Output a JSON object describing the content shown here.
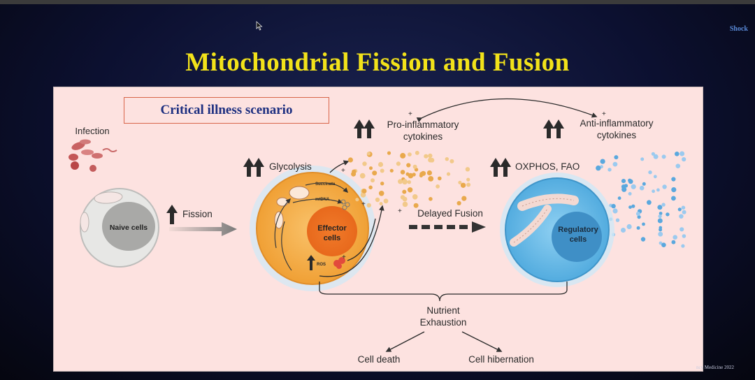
{
  "slide": {
    "title": "Mitochondrial Fission and Fusion",
    "corner_label": "Shock",
    "footer_credit": "ncy Medicine 2022"
  },
  "diagram": {
    "scenario": "Critical illness scenario",
    "labels": {
      "infection": "Infection",
      "naive_cells": "Naive cells",
      "fission": "Fission",
      "glycolysis": "Glycolysis",
      "succinate": "Succinate",
      "mtdna": "mtDNA",
      "ros": "ROS",
      "effector_cells_line1": "Effector",
      "effector_cells_line2": "cells",
      "pro_inflammatory_line1": "Pro-inflammatory",
      "pro_inflammatory_line2": "cytokines",
      "anti_inflammatory_line1": "Anti-inflammatory",
      "anti_inflammatory_line2": "cytokines",
      "delayed_fusion": "Delayed Fusion",
      "oxphos_fao": "OXPHOS, FAO",
      "regulatory_cells_line1": "Regulatory",
      "regulatory_cells_line2": "cells",
      "nutrient_line1": "Nutrient",
      "nutrient_line2": "Exhaustion",
      "cell_death": "Cell death",
      "cell_hibernation": "Cell hibernation",
      "plus": "+"
    }
  },
  "colors": {
    "title": "#f2e21a",
    "diagram_bg": "#fde2e0",
    "effector": "#f4a63b",
    "regulatory": "#5ab3e6",
    "scenario_text": "#1d2f80",
    "scenario_border": "#d8654a"
  }
}
